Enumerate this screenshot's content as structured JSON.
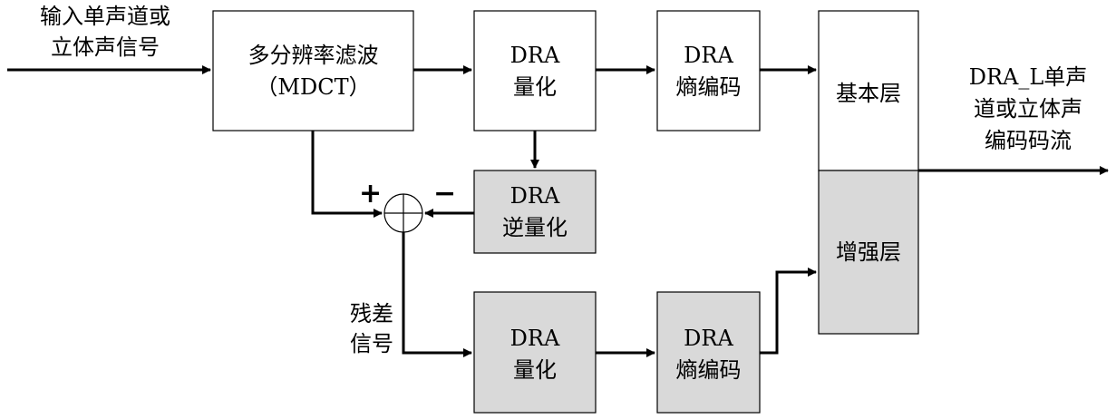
{
  "input_label": [
    "输入单声道或",
    "立体声信号"
  ],
  "output_label": [
    "DRA_L单声",
    "道或立体声",
    "编码码流"
  ],
  "residual_label": [
    "残差",
    "信号"
  ],
  "blocks": {
    "mdct": [
      "多分辨率滤波",
      "（MDCT）"
    ],
    "quant_base": [
      "DRA",
      "量化"
    ],
    "entropy_base": [
      "DRA",
      "熵编码"
    ],
    "inverse_quant": [
      "DRA",
      "逆量化"
    ],
    "quant_enh": [
      "DRA",
      "量化"
    ],
    "entropy_enh": [
      "DRA",
      "熵编码"
    ],
    "base_layer": "基本层",
    "enh_layer": "增强层"
  },
  "signs": {
    "plus": "+",
    "minus": "−"
  },
  "colors": {
    "shaded_fill": "#d9d9d9",
    "stroke": "#000000"
  }
}
